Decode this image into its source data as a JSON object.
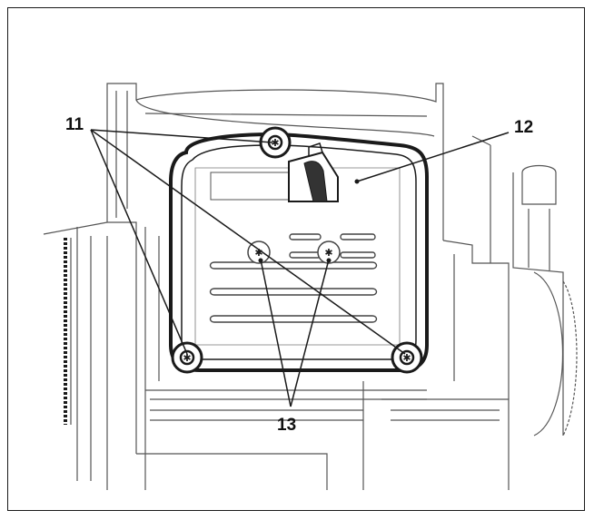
{
  "callouts": {
    "c11": "11",
    "c12": "12",
    "c13": "13"
  },
  "colors": {
    "line": "#1a1a1a",
    "light_line": "#555555",
    "background": "#ffffff"
  }
}
